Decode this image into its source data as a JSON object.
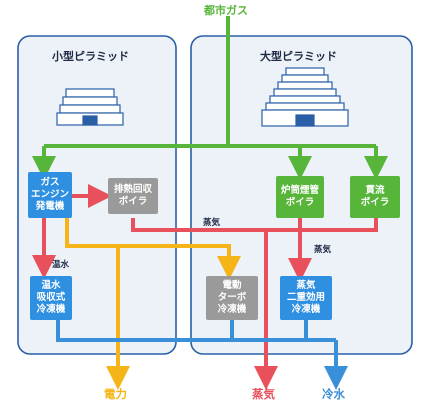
{
  "diagram": {
    "input_label": "都市ガス",
    "panels": {
      "small": {
        "title": "小型ピラミッド"
      },
      "large": {
        "title": "大型ピラミッド"
      }
    },
    "boxes": {
      "gas_engine": "ガス\nエンジン\n発電機",
      "heat_recovery": "排熱回収\nボイラ",
      "hot_water_chiller": "温水\n吸収式\n冷凍機",
      "turbo_chiller": "電動\nターボ\n冷凍機",
      "fire_tube_boiler": "炉筒煙管\nボイラ",
      "once_through_boiler": "貫流\nボイラ",
      "steam_chiller": "蒸気\n二重効用\n冷凍機"
    },
    "flow_labels": {
      "hot_water": "温水",
      "steam_1": "蒸気",
      "steam_2": "蒸気"
    },
    "outputs": {
      "power": "電力",
      "steam": "蒸気",
      "chilled_water": "冷水"
    },
    "colors": {
      "gas": "#57b53a",
      "steam": "#e8505b",
      "power": "#f5b417",
      "chilled_water": "#3a8fd9",
      "panel_border": "#2a5fa8",
      "panel_fill": "#edf2f9"
    }
  }
}
